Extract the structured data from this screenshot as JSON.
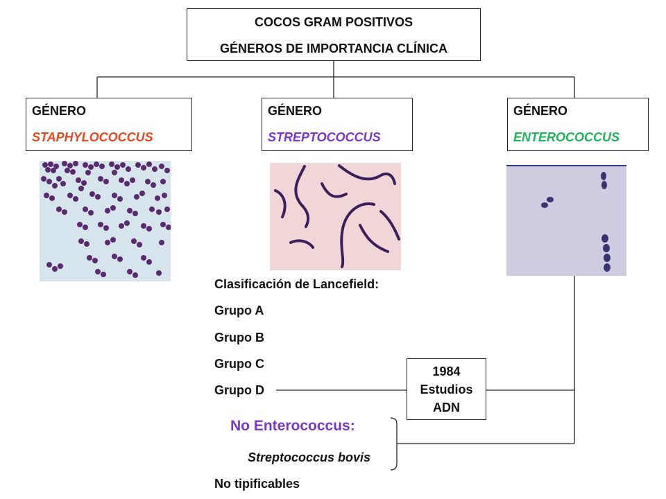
{
  "title": {
    "line1": "COCOS GRAM POSITIVOS",
    "line2": "GÉNEROS DE IMPORTANCIA CLÍNICA"
  },
  "genera": [
    {
      "label": "GÉNERO",
      "name": "STAPHYLOCOCCUS",
      "color": "#e8461e"
    },
    {
      "label": "GÉNERO",
      "name": "STREPTOCOCCUS",
      "color": "#7a36c8"
    },
    {
      "label": "GÉNERO",
      "name": "ENTEROCOCCUS",
      "color": "#1db35a"
    }
  ],
  "lancefield": {
    "heading": "Clasificación de Lancefield:",
    "groups": [
      "Grupo A",
      "Grupo B",
      "Grupo C",
      "Grupo D"
    ]
  },
  "dna_box": {
    "year": "1984",
    "line2": "Estudios",
    "line3": "ADN"
  },
  "no_enterococcus": {
    "heading": "No Enterococcus:",
    "heading_color": "#7a36c8",
    "species": "Streptococcus bovis"
  },
  "no_tipificables": "No tipificables"
}
